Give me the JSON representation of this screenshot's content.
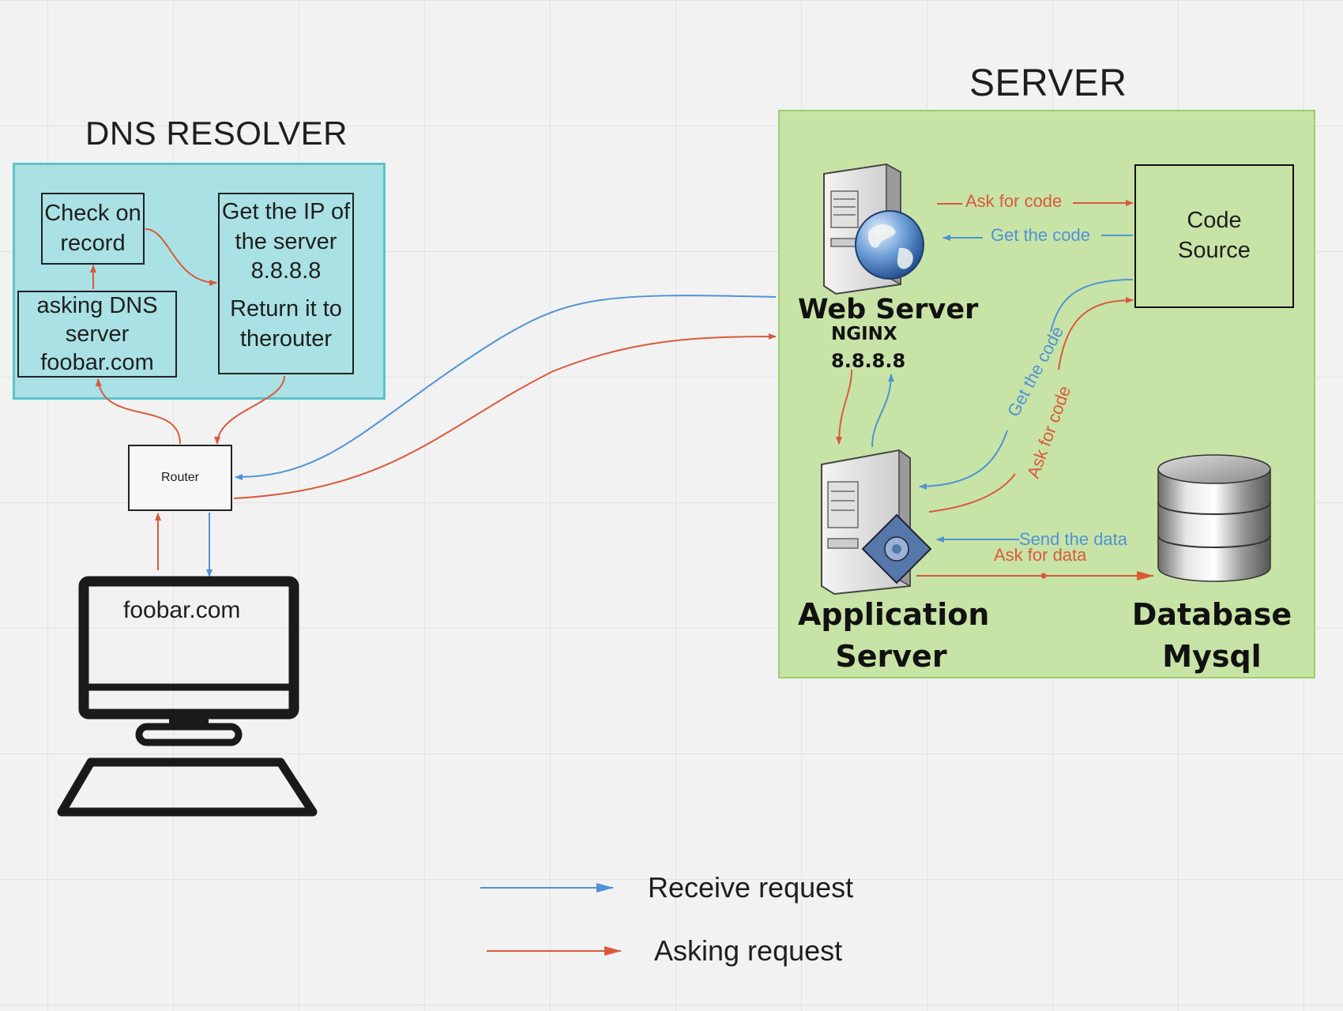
{
  "colors": {
    "receive": "#4f93d6",
    "ask": "#d95a3d",
    "dns_panel": "#a9e1e5",
    "server_panel": "#c8e3a6"
  },
  "dns": {
    "title": "DNS RESOLVER",
    "check_record": [
      "Check on",
      "record"
    ],
    "asking_dns": [
      "asking DNS",
      "server",
      "foobar.com"
    ],
    "get_ip": [
      "Get the IP of",
      "the server",
      "8.8.8.8"
    ],
    "return_router": [
      "Return it to",
      "therouter"
    ]
  },
  "router": {
    "label": "Router"
  },
  "client": {
    "url": "foobar.com",
    "icon": "computer-monitor-icon"
  },
  "server": {
    "title": "SERVER",
    "web_server": {
      "name": "Web Server",
      "software": "NGINX",
      "ip": "8.8.8.8",
      "icon": "web-server-globe-icon"
    },
    "code_source": [
      "Code",
      "Source"
    ],
    "app_server": {
      "name": [
        "Application",
        "Server"
      ],
      "icon": "application-server-icon"
    },
    "database": {
      "name": [
        "Database",
        "Mysql"
      ],
      "icon": "database-cylinder-icon"
    }
  },
  "edge_labels": {
    "ask_for_code": "Ask for code",
    "get_the_code": "Get the code",
    "get_the_code_diag": "Get the code",
    "ask_for_code_diag": "Ask for code",
    "send_the_data": "Send the data",
    "ask_for_data": "Ask for data"
  },
  "legend": {
    "receive": "Receive request",
    "ask": "Asking request"
  }
}
